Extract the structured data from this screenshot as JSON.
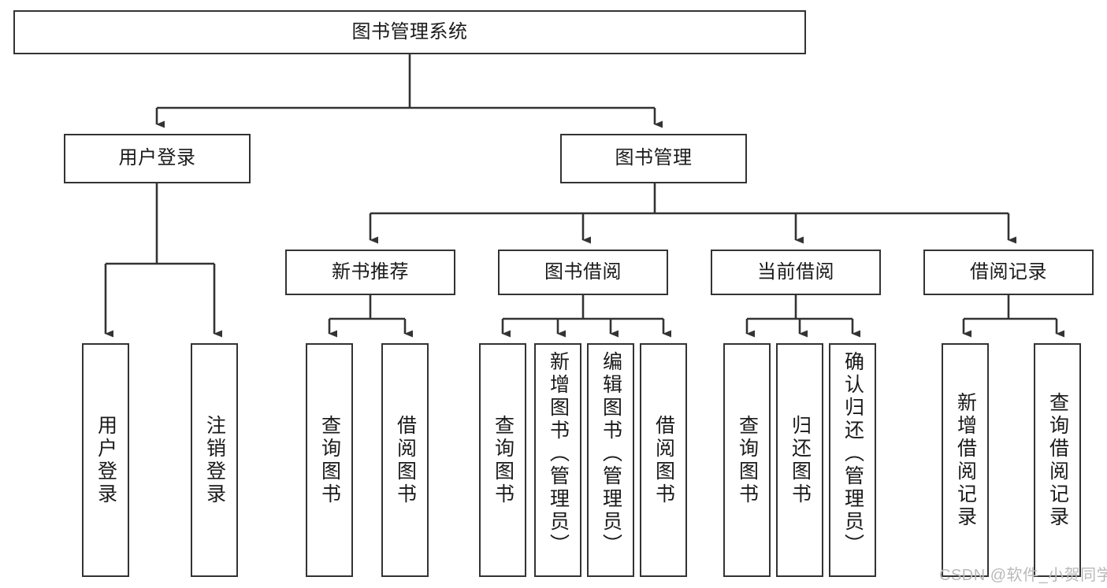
{
  "diagram": {
    "type": "tree-hierarchy",
    "title": "图书管理系统",
    "orientation": "top-down",
    "nodes": {
      "root": {
        "label": "图书管理系统",
        "level": 0,
        "text_direction": "horizontal"
      },
      "l1": [
        {
          "id": "user-login",
          "label": "用户登录",
          "text_direction": "horizontal"
        },
        {
          "id": "book-manage",
          "label": "图书管理",
          "text_direction": "horizontal"
        }
      ],
      "l2": [
        {
          "id": "new-book-recommend",
          "label": "新书推荐",
          "text_direction": "horizontal"
        },
        {
          "id": "book-borrow",
          "label": "图书借阅",
          "text_direction": "horizontal"
        },
        {
          "id": "current-borrow",
          "label": "当前借阅",
          "text_direction": "horizontal"
        },
        {
          "id": "borrow-record",
          "label": "借阅记录",
          "text_direction": "horizontal"
        }
      ],
      "leaves": {
        "user_login": [
          {
            "id": "leaf-user-login",
            "label": "用户登录",
            "text_direction": "vertical"
          },
          {
            "id": "leaf-logout",
            "label": "注销登录",
            "text_direction": "vertical"
          }
        ],
        "new_book_recommend": [
          {
            "id": "leaf-query-book-1",
            "label": "查询图书",
            "text_direction": "vertical"
          },
          {
            "id": "leaf-borrow-book-1",
            "label": "借阅图书",
            "text_direction": "vertical"
          }
        ],
        "book_borrow": [
          {
            "id": "leaf-query-book-2",
            "label": "查询图书",
            "text_direction": "vertical"
          },
          {
            "id": "leaf-add-book",
            "label": "新增图书（管理员）",
            "text_direction": "vertical"
          },
          {
            "id": "leaf-edit-book",
            "label": "编辑图书（管理员）",
            "text_direction": "vertical"
          },
          {
            "id": "leaf-borrow-book-2",
            "label": "借阅图书",
            "text_direction": "vertical"
          }
        ],
        "current_borrow": [
          {
            "id": "leaf-query-book-3",
            "label": "查询图书",
            "text_direction": "vertical"
          },
          {
            "id": "leaf-return-book",
            "label": "归还图书",
            "text_direction": "vertical"
          },
          {
            "id": "leaf-confirm-return",
            "label": "确认归还（管理员）",
            "text_direction": "vertical"
          }
        ],
        "borrow_record": [
          {
            "id": "leaf-add-record",
            "label": "新增借阅记录",
            "text_direction": "vertical"
          },
          {
            "id": "leaf-query-record",
            "label": "查询借阅记录",
            "text_direction": "vertical"
          }
        ]
      }
    },
    "colors": {
      "box_border": "#333333",
      "box_fill": "#ffffff",
      "connector": "#333333",
      "text": "#1a1a1a",
      "watermark": "#b9b9b9"
    }
  },
  "watermark": {
    "text": "CSDN @软件_小贺同学"
  }
}
